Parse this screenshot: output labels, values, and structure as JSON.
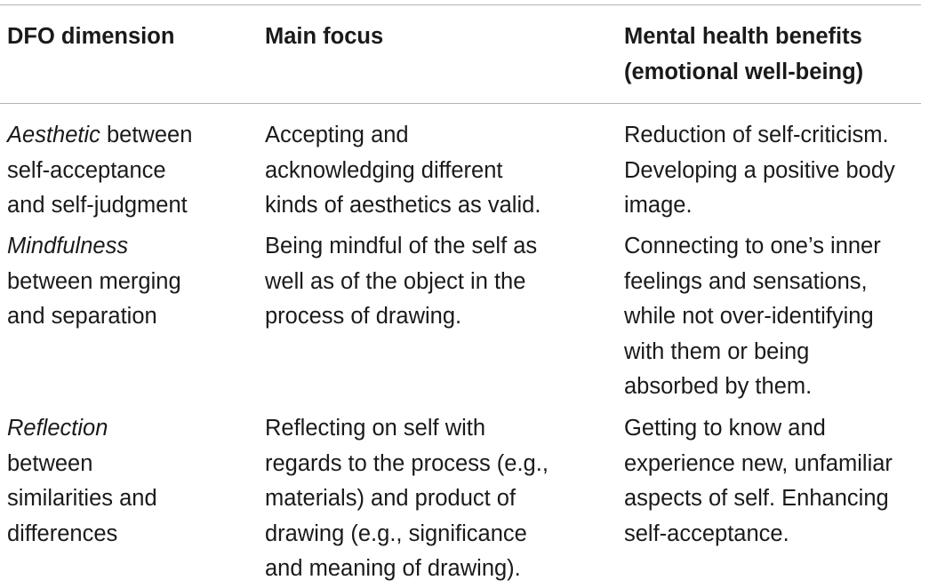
{
  "table": {
    "headers": [
      "DFO dimension",
      "Main focus",
      "Mental health benefits\n(emotional well-being)"
    ],
    "rows": [
      {
        "dimension_term": "Aesthetic",
        "dimension_rest": "  between\nself-acceptance\nand self-judgment",
        "focus": "Accepting and\nacknowledging different\nkinds of aesthetics as valid.",
        "benefits": "Reduction of self-criticism.\nDeveloping a positive body\nimage."
      },
      {
        "dimension_term": "Mindfulness",
        "dimension_rest": "\nbetween merging\nand separation",
        "focus": "Being mindful of the self as\nwell as of the object in the\nprocess of drawing.",
        "benefits": "Connecting to one’s inner\nfeelings and sensations,\nwhile not over-identifying\nwith them or being\nabsorbed by them."
      },
      {
        "dimension_term": "Reflection",
        "dimension_rest": "\nbetween\nsimilarities and\ndifferences",
        "focus": "Reflecting on self with\nregards to the process (e.g.,\nmaterials) and product of\ndrawing (e.g., significance\nand meaning of drawing).",
        "benefits": "Getting to know and\nexperience new, unfamiliar\naspects of self. Enhancing\nself-acceptance."
      }
    ]
  }
}
